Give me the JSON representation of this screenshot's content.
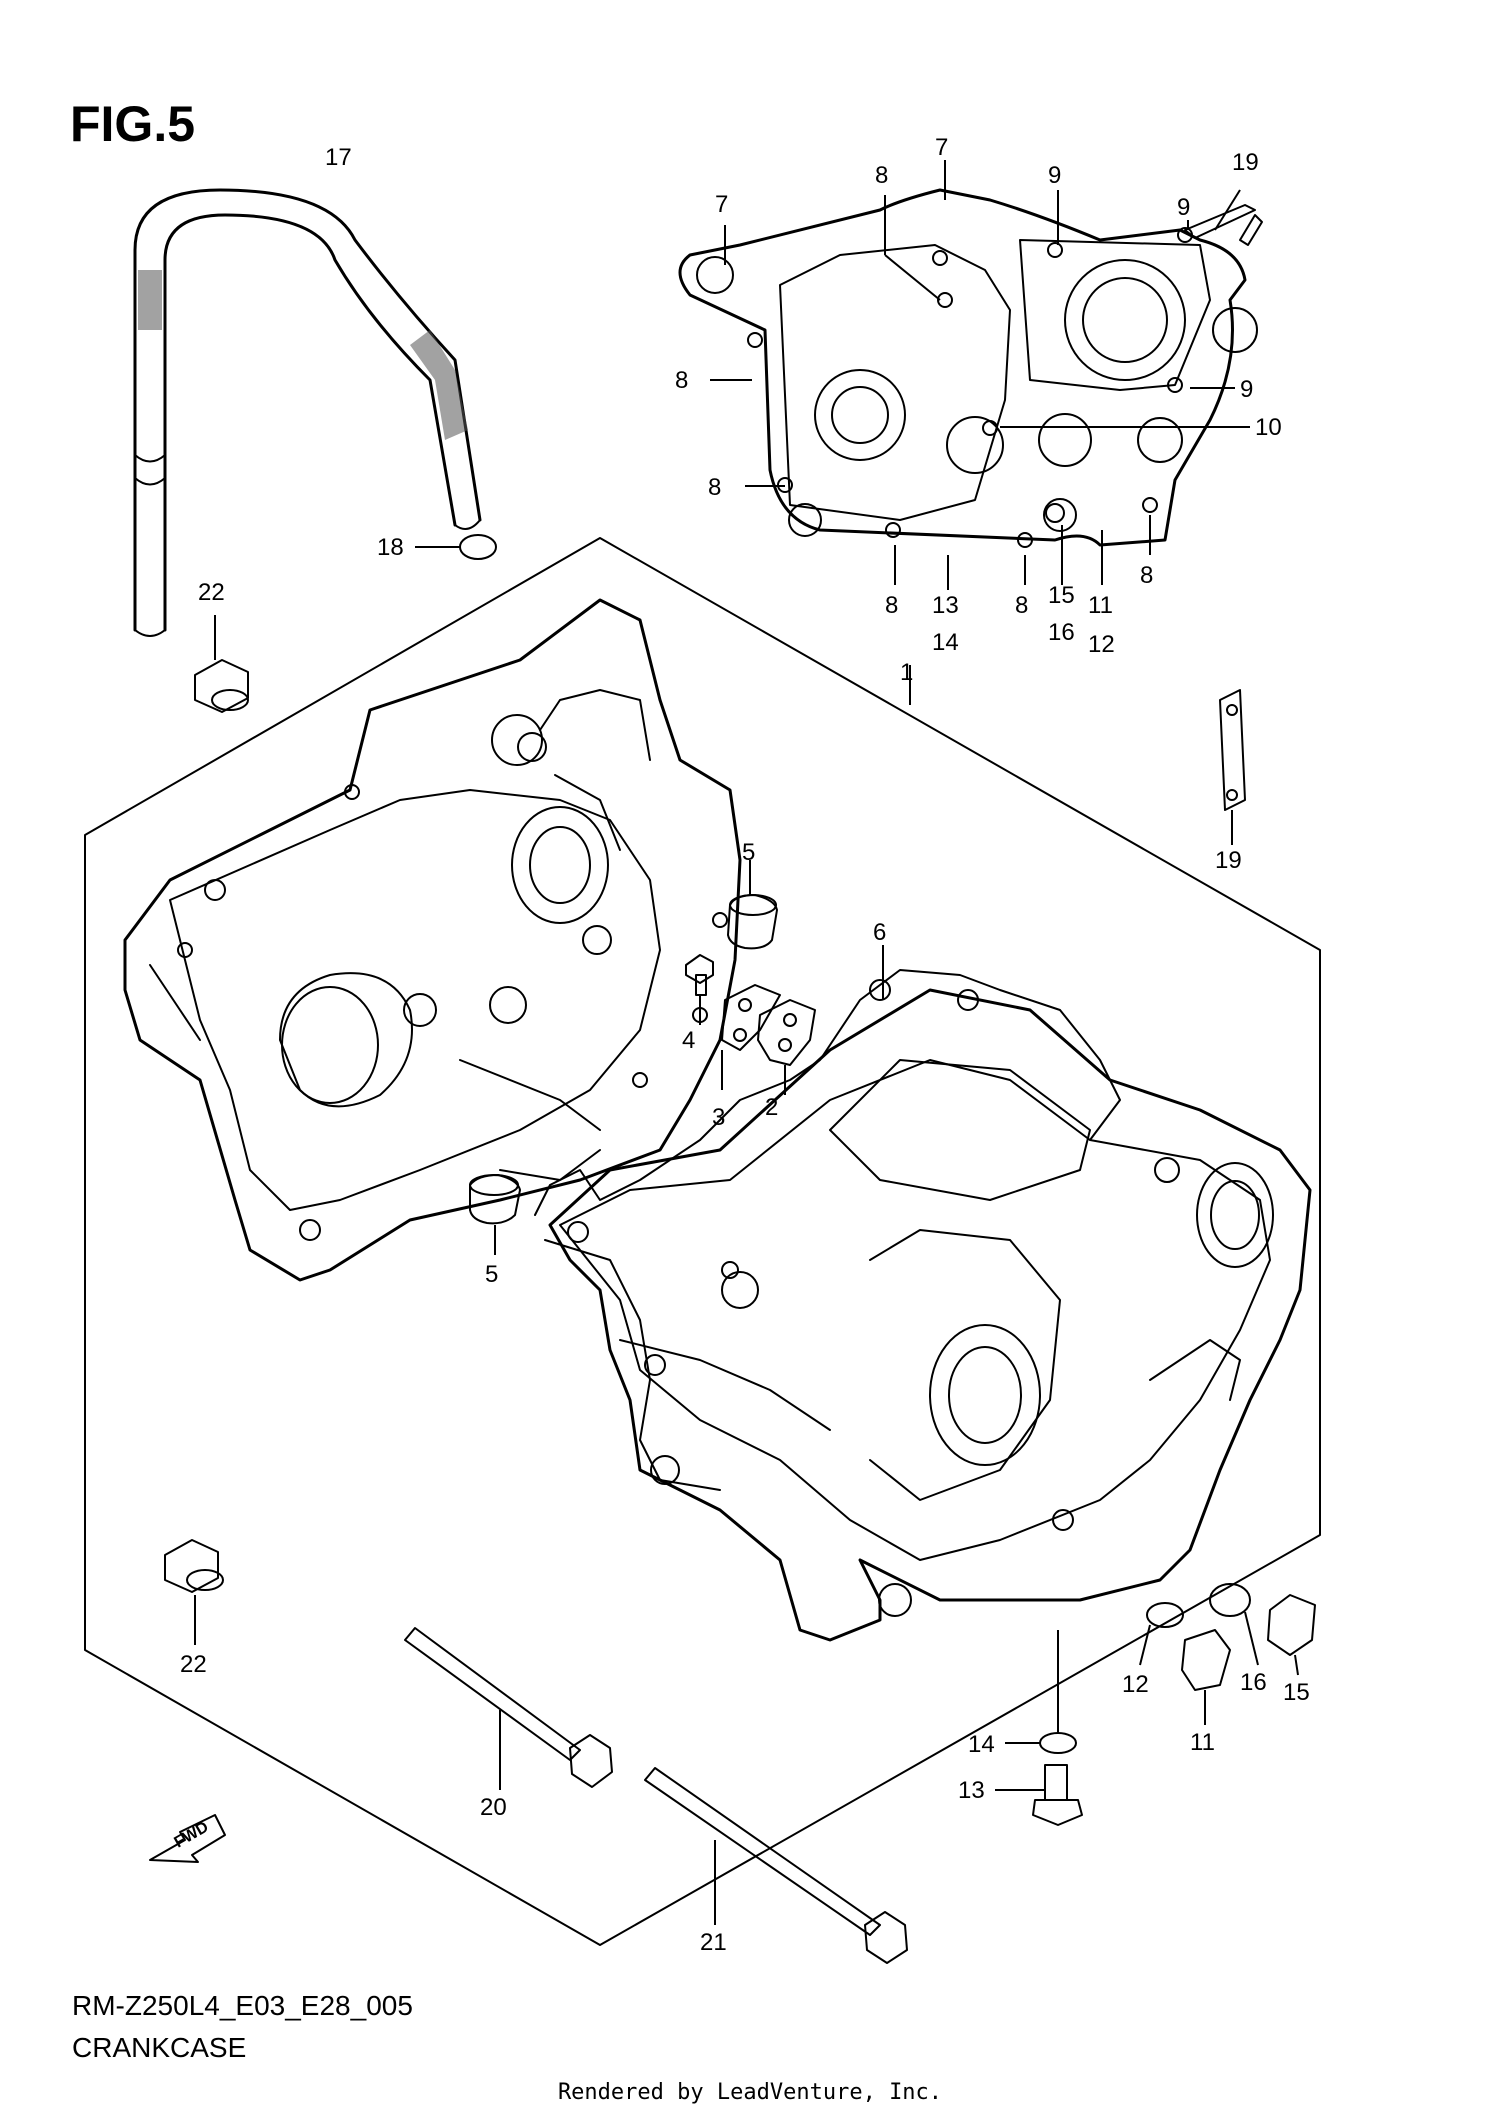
{
  "figure": {
    "title": "FIG.5",
    "code": "RM-Z250L4_E03_E28_005",
    "name": "CRANKCASE",
    "footer": "Rendered by LeadVenture, Inc.",
    "fwd_label": "FWD"
  },
  "callouts": [
    {
      "id": "c17",
      "text": "17"
    },
    {
      "id": "c7a",
      "text": "7"
    },
    {
      "id": "c7b",
      "text": "7"
    },
    {
      "id": "c8a",
      "text": "8"
    },
    {
      "id": "c9a",
      "text": "9"
    },
    {
      "id": "c9b",
      "text": "9"
    },
    {
      "id": "c19a",
      "text": "19"
    },
    {
      "id": "c8b",
      "text": "8"
    },
    {
      "id": "c9c",
      "text": "9"
    },
    {
      "id": "c10",
      "text": "10"
    },
    {
      "id": "c8c",
      "text": "8"
    },
    {
      "id": "c8d",
      "text": "8"
    },
    {
      "id": "c13a",
      "text": "13"
    },
    {
      "id": "c14a",
      "text": "14"
    },
    {
      "id": "c8e",
      "text": "8"
    },
    {
      "id": "c15a",
      "text": "15"
    },
    {
      "id": "c16a",
      "text": "16"
    },
    {
      "id": "c11a",
      "text": "11"
    },
    {
      "id": "c12a",
      "text": "12"
    },
    {
      "id": "c8f",
      "text": "8"
    },
    {
      "id": "c18",
      "text": "18"
    },
    {
      "id": "c22a",
      "text": "22"
    },
    {
      "id": "c1",
      "text": "1"
    },
    {
      "id": "c19b",
      "text": "19"
    },
    {
      "id": "c5a",
      "text": "5"
    },
    {
      "id": "c6",
      "text": "6"
    },
    {
      "id": "c4",
      "text": "4"
    },
    {
      "id": "c3",
      "text": "3"
    },
    {
      "id": "c2",
      "text": "2"
    },
    {
      "id": "c5b",
      "text": "5"
    },
    {
      "id": "c22b",
      "text": "22"
    },
    {
      "id": "c20",
      "text": "20"
    },
    {
      "id": "c14b",
      "text": "14"
    },
    {
      "id": "c13b",
      "text": "13"
    },
    {
      "id": "c12b",
      "text": "12"
    },
    {
      "id": "c11b",
      "text": "11"
    },
    {
      "id": "c16b",
      "text": "16"
    },
    {
      "id": "c15b",
      "text": "15"
    },
    {
      "id": "c21",
      "text": "21"
    }
  ]
}
